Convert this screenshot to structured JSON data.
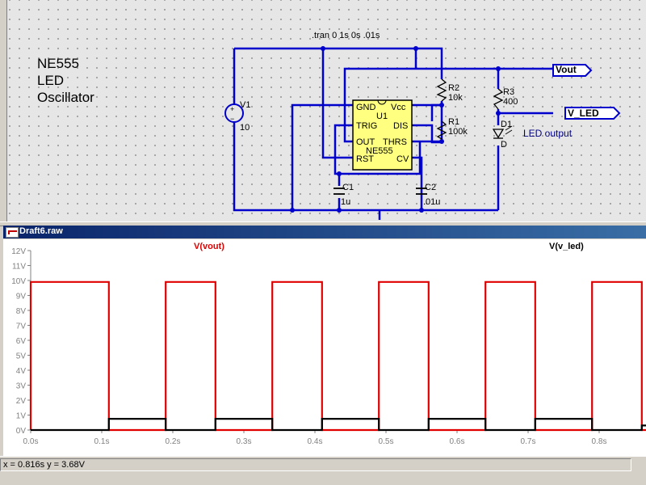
{
  "schematic": {
    "note": "NE555\nLED\nOscillator",
    "directive": ".tran 0 1s 0s .01s",
    "components": {
      "v1": {
        "ref": "V1",
        "value": "10"
      },
      "u1": {
        "ref": "U1",
        "part": "NE555",
        "pins": {
          "gnd": "GND",
          "vcc": "Vcc",
          "trig": "TRIG",
          "dis": "DIS",
          "out": "OUT",
          "thrs": "THRS",
          "rst": "RST",
          "cv": "CV"
        }
      },
      "r1": {
        "ref": "R1",
        "value": "100k"
      },
      "r2": {
        "ref": "R2",
        "value": "10k"
      },
      "r3": {
        "ref": "R3",
        "value": "400"
      },
      "c1": {
        "ref": "C1",
        "value": "1u"
      },
      "c2": {
        "ref": "C2",
        "value": ".01u"
      },
      "d1": {
        "ref": "D1",
        "value": "D"
      }
    },
    "nets": {
      "vout": "Vout",
      "v_led": "V_LED"
    },
    "led_comment": "LED output"
  },
  "plot_window": {
    "title": "Draft6.raw",
    "trace1_label": "V(vout)",
    "trace2_label": "V(v_led)"
  },
  "chart_data": {
    "type": "line",
    "x_label": "",
    "y_label": "",
    "xlim": [
      0,
      0.9
    ],
    "ylim": [
      0,
      12
    ],
    "x_ticks": [
      "0.0s",
      "0.1s",
      "0.2s",
      "0.3s",
      "0.4s",
      "0.5s",
      "0.6s",
      "0.7s",
      "0.8s"
    ],
    "y_ticks": [
      "0V",
      "1V",
      "2V",
      "3V",
      "4V",
      "5V",
      "6V",
      "7V",
      "8V",
      "9V",
      "10V",
      "11V",
      "12V"
    ],
    "grid": false,
    "series": [
      {
        "name": "V(vout)",
        "color": "#e00000",
        "x": [
          0,
          0,
          0.11,
          0.11,
          0.19,
          0.19,
          0.26,
          0.26,
          0.34,
          0.34,
          0.41,
          0.41,
          0.49,
          0.49,
          0.56,
          0.56,
          0.64,
          0.64,
          0.71,
          0.71,
          0.79,
          0.79,
          0.86,
          0.86,
          0.9
        ],
        "y": [
          0,
          9.9,
          9.9,
          0,
          0,
          9.9,
          9.9,
          0,
          0,
          9.9,
          9.9,
          0,
          0,
          9.9,
          9.9,
          0,
          0,
          9.9,
          9.9,
          0,
          0,
          9.9,
          9.9,
          0,
          0
        ]
      },
      {
        "name": "V(v_led)",
        "color": "#000000",
        "x": [
          0,
          0.11,
          0.11,
          0.19,
          0.19,
          0.26,
          0.26,
          0.34,
          0.34,
          0.41,
          0.41,
          0.49,
          0.49,
          0.56,
          0.56,
          0.64,
          0.64,
          0.71,
          0.71,
          0.79,
          0.79,
          0.86,
          0.86,
          0.9
        ],
        "y": [
          0,
          0,
          0.75,
          0.75,
          0,
          0,
          0.75,
          0.75,
          0,
          0,
          0.75,
          0.75,
          0,
          0,
          0.75,
          0.75,
          0,
          0,
          0.75,
          0.75,
          0,
          0,
          0.3,
          0.3
        ]
      }
    ]
  },
  "status": {
    "cursor_readout": "x = 0.816s   y = 3.68V"
  },
  "colors": {
    "wire": "#0000cc",
    "trace_vout": "#e00000",
    "trace_vled": "#000000",
    "axis": "#808080"
  }
}
